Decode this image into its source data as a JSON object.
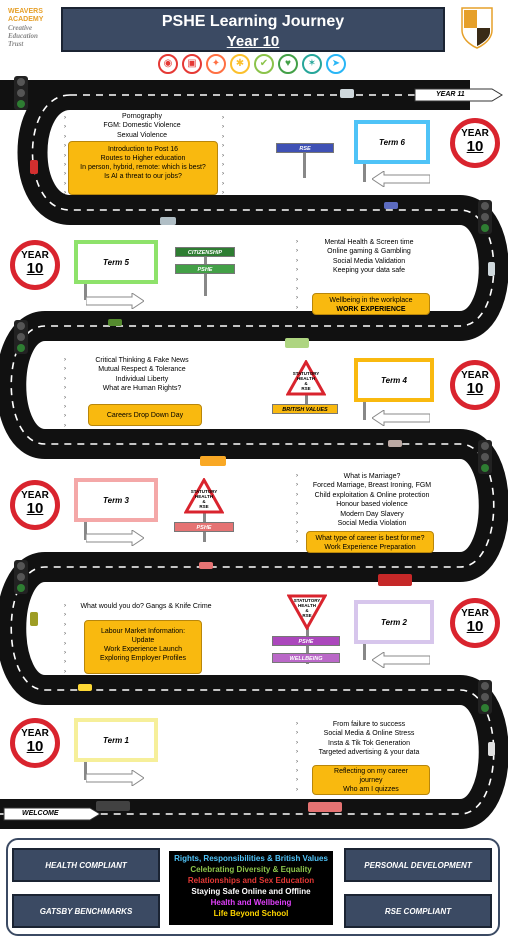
{
  "header": {
    "title": "PSHE Learning Journey",
    "subtitle": "Year 10"
  },
  "logo": {
    "line1": "WEAVERS",
    "line2": "ACADEMY",
    "line3": "Creative",
    "line4": "Education",
    "line5": "Trust"
  },
  "road": {
    "year11": "YEAR 11",
    "welcome": "WELCOME"
  },
  "sign_year": "YEAR",
  "sign_num": "10",
  "terms": {
    "t6": {
      "label": "Term 6",
      "list": [
        "Pornography",
        "FGM: Domestic Violence",
        "Sexual Violence"
      ],
      "box": [
        "Introduction to Post 16",
        "Routes to Higher education",
        "In person, hybrid, remote: which is best?",
        "Is AI a threat to our jobs?"
      ],
      "plate": "RSE"
    },
    "t5": {
      "label": "Term 5",
      "plates": [
        "CITIZENSHIP",
        "PSHE"
      ],
      "list": [
        "Mental Health & Screen time",
        "Online gaming & Gambling",
        "Social Media Validation",
        "Keeping your data safe"
      ],
      "box": [
        "Wellbeing in the workplace",
        "WORK EXPERIENCE"
      ]
    },
    "t4": {
      "label": "Term 4",
      "list": [
        "Critical Thinking & Fake News",
        "Mutual Respect & Tolerance",
        "Individual Liberty",
        "What are Human Rights?"
      ],
      "box": [
        "Careers Drop Down Day"
      ],
      "tri": [
        "STATUTORY",
        "HEALTH",
        "&",
        "RSE"
      ],
      "plate": "BRITISH VALUES"
    },
    "t3": {
      "label": "Term 3",
      "tri": [
        "STATUTORY",
        "HEALTH",
        "&",
        "RSE"
      ],
      "plate": "PSHE",
      "list": [
        "What is Marriage?",
        "Forced Marriage, Breast Ironing, FGM",
        "Child exploitation & Online protection",
        "Honour based violence",
        "Modern Day Slavery",
        "Social Media Violation"
      ],
      "box": [
        "What type of career is best for me?",
        "Work Experience Preparation"
      ]
    },
    "t2": {
      "label": "Term 2",
      "list": [
        "What would you do? Gangs & Knife Crime"
      ],
      "box": [
        "Labour Market Information:",
        "Update",
        "Work Experience Launch",
        "Exploring Employer Profiles"
      ],
      "tri": [
        "STATUTORY",
        "HEALTH",
        "&",
        "RSE"
      ],
      "plates": [
        "PSHE",
        "WELLBEING"
      ]
    },
    "t1": {
      "label": "Term 1",
      "list": [
        "From failure to success",
        "Social Media & Online Stress",
        "Insta & Tik Tok Generation",
        "Targeted advertising & your data"
      ],
      "box": [
        "Reflecting on my career",
        "journey",
        "Who am I quizzes"
      ]
    }
  },
  "footer": {
    "health": "HEALTH COMPLIANT",
    "gatsby": "GATSBY BENCHMARKS",
    "personal": "PERSONAL DEVELOPMENT",
    "rse": "RSE COMPLIANT",
    "themes": [
      {
        "text": "Rights, Responsibilities & British Values",
        "color": "#4fc3f7"
      },
      {
        "text": "Celebrating Diversity & Equality",
        "color": "#8bc34a"
      },
      {
        "text": "Relationships and Sex Education",
        "color": "#e53935"
      },
      {
        "text": "Staying Safe Online and Offline",
        "color": "#ffffff"
      },
      {
        "text": "Health and Wellbeing",
        "color": "#e040fb"
      },
      {
        "text": "Life Beyond School",
        "color": "#ffd600"
      }
    ]
  },
  "theme_icons": [
    {
      "name": "rights-icon",
      "color": "#e53935",
      "glyph": "◉"
    },
    {
      "name": "relationships-icon",
      "color": "#e53935",
      "glyph": "▣"
    },
    {
      "name": "diversity-icon",
      "color": "#ff7043",
      "glyph": "✦"
    },
    {
      "name": "ideas-icon",
      "color": "#fbc02d",
      "glyph": "✱"
    },
    {
      "name": "health-icon",
      "color": "#8bc34a",
      "glyph": "✔"
    },
    {
      "name": "wellbeing-icon",
      "color": "#43a047",
      "glyph": "♥"
    },
    {
      "name": "safety-icon",
      "color": "#26a69a",
      "glyph": "✶"
    },
    {
      "name": "future-icon",
      "color": "#29b6f6",
      "glyph": "➤"
    }
  ]
}
